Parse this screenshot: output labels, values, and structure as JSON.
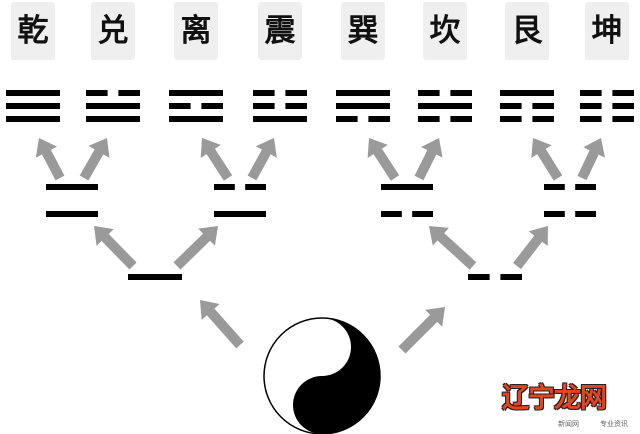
{
  "trigrams": [
    {
      "name": "乾",
      "lines": [
        1,
        1,
        1
      ]
    },
    {
      "name": "兑",
      "lines": [
        0,
        1,
        1
      ]
    },
    {
      "name": "离",
      "lines": [
        1,
        0,
        1
      ]
    },
    {
      "name": "震",
      "lines": [
        0,
        0,
        1
      ]
    },
    {
      "name": "巽",
      "lines": [
        1,
        1,
        0
      ]
    },
    {
      "name": "坎",
      "lines": [
        0,
        1,
        0
      ]
    },
    {
      "name": "艮",
      "lines": [
        1,
        0,
        0
      ]
    },
    {
      "name": "坤",
      "lines": [
        0,
        0,
        0
      ]
    }
  ],
  "bigrams": [
    {
      "lines": [
        1,
        1
      ]
    },
    {
      "lines": [
        0,
        1
      ]
    },
    {
      "lines": [
        1,
        0
      ]
    },
    {
      "lines": [
        0,
        0
      ]
    }
  ],
  "monograms": [
    {
      "lines": [
        1
      ]
    },
    {
      "lines": [
        0
      ]
    }
  ],
  "colors": {
    "line": "#000000",
    "arrow": "#9a9a9a",
    "card": "#efefef",
    "watermark": "#e8451f"
  },
  "watermark": {
    "title": "辽宁龙网",
    "sub1": "新闻网",
    "sub2": "专业资讯"
  }
}
